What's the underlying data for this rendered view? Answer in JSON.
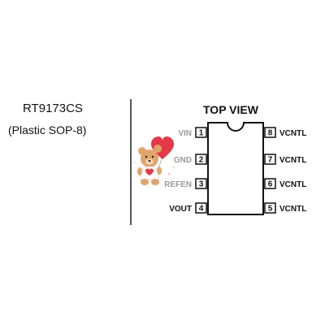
{
  "device": {
    "part_number": "RT9173CS",
    "package": "(Plastic SOP-8)"
  },
  "view": {
    "title": "TOP VIEW"
  },
  "pins": {
    "left": [
      {
        "number": "1",
        "name": "VIN"
      },
      {
        "number": "2",
        "name": "GND"
      },
      {
        "number": "3",
        "name": "REFEN"
      },
      {
        "number": "4",
        "name": "VOUT"
      }
    ],
    "right": [
      {
        "number": "8",
        "name": "VCNTL"
      },
      {
        "number": "7",
        "name": "VCNTL"
      },
      {
        "number": "6",
        "name": "VCNTL"
      },
      {
        "number": "5",
        "name": "VCNTL"
      }
    ]
  },
  "sticker": {
    "icon": "teddy-bear-with-heart-balloon-icon",
    "colors": {
      "fur": "#e0a46a",
      "heart": "#e53848",
      "shirt": "#ffffff"
    }
  }
}
